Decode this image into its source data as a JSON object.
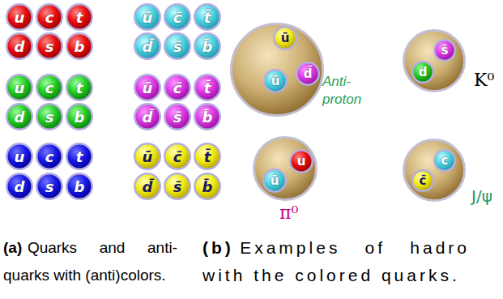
{
  "diagram": {
    "nodes": [
      {
        "text": [
          "u"
        ]
      },
      {
        "text": [
          "c"
        ]
      },
      {
        "text": [
          "t"
        ]
      },
      {
        "text": [
          "ū"
        ]
      },
      {
        "text": [
          "c̄"
        ]
      },
      {
        "text": [
          "t̄"
        ]
      },
      {
        "text": [
          "d"
        ]
      },
      {
        "text": [
          "s"
        ]
      },
      {
        "text": [
          "b"
        ]
      },
      {
        "text": [
          "d̄"
        ]
      },
      {
        "text": [
          "s̄"
        ]
      },
      {
        "text": [
          "b̄"
        ]
      },
      {
        "text": [
          "u"
        ]
      },
      {
        "text": [
          "c"
        ]
      },
      {
        "text": [
          "t"
        ]
      },
      {
        "text": [
          "ū"
        ]
      },
      {
        "text": [
          "c̄"
        ]
      },
      {
        "text": [
          "t̄"
        ]
      },
      {
        "text": [
          "d"
        ]
      },
      {
        "text": [
          "s"
        ]
      },
      {
        "text": [
          "b"
        ]
      },
      {
        "text": [
          "d̄"
        ]
      },
      {
        "text": [
          "s̄"
        ]
      },
      {
        "text": [
          "b̄"
        ]
      },
      {
        "text": [
          "u"
        ]
      },
      {
        "text": [
          "c"
        ]
      },
      {
        "text": [
          "t"
        ]
      },
      {
        "text": [
          "ū"
        ]
      },
      {
        "text": [
          "c̄"
        ]
      },
      {
        "text": [
          "t̄"
        ]
      },
      {
        "text": [
          "d"
        ]
      },
      {
        "text": [
          "s"
        ]
      },
      {
        "text": [
          "b"
        ]
      },
      {
        "text": [
          "d̄"
        ]
      },
      {
        "text": [
          "s̄"
        ]
      },
      {
        "text": [
          "b̄"
        ]
      },
      {
        "text": [
          "Anti-proton"
        ]
      },
      {
        "text": [
          "ū"
        ],
        "in": 36
      },
      {
        "text": [
          "ū"
        ],
        "in": 36
      },
      {
        "text": [
          "d̄"
        ],
        "in": 36
      },
      {
        "text": [
          "K⁰"
        ]
      },
      {
        "text": [
          "s̄"
        ],
        "in": 40
      },
      {
        "text": [
          "d"
        ],
        "in": 40
      },
      {
        "text": [
          "π⁰"
        ]
      },
      {
        "text": [
          "u"
        ],
        "in": 43
      },
      {
        "text": [
          "ū"
        ],
        "in": 43
      },
      {
        "text": [
          "J/ψ"
        ]
      },
      {
        "text": [
          "c"
        ],
        "in": 46
      },
      {
        "text": [
          "c̄"
        ],
        "in": 46
      }
    ],
    "labels": [
      "(a)",
      "Quarks and anti-quarks with (anti)colors.",
      "(b)",
      "Examples of hadro with the colored quarks."
    ]
  }
}
